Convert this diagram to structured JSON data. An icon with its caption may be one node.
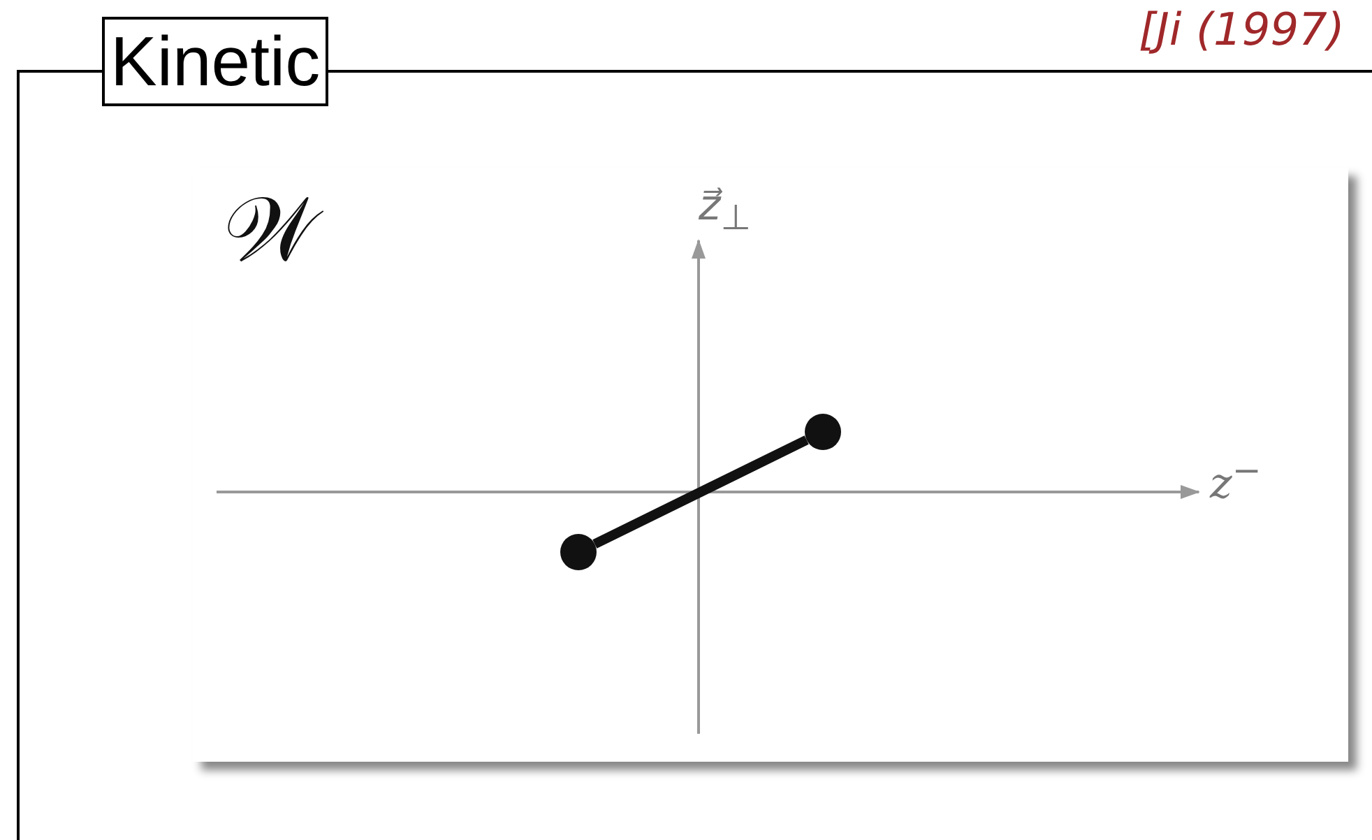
{
  "diagram": {
    "nodes": [
      {
        "text": [
          "Kinetic"
        ]
      },
      {
        "text": [],
        "shape": "circle",
        "in": 0
      },
      {
        "text": [],
        "shape": "circle",
        "in": 0
      }
    ],
    "edges": [
      {
        "from": 1,
        "to": 2,
        "arrow": "none"
      }
    ],
    "labels": [
      "[Ji (1997)",
      "𝒲",
      "z⃗$_{⊥}$",
      "z$^{−}$"
    ]
  }
}
